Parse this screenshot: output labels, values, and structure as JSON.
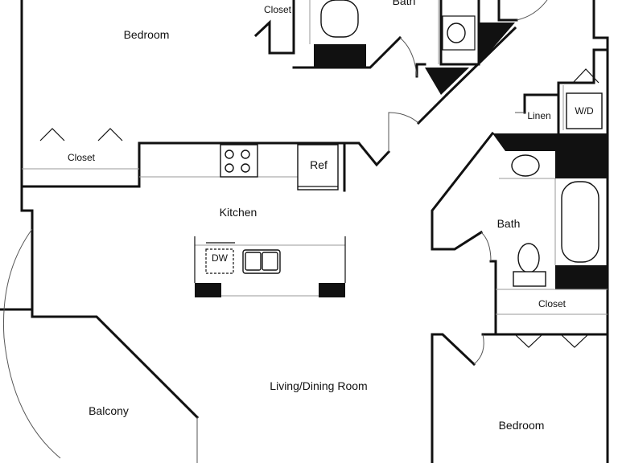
{
  "rooms": {
    "bedroom_top": "Bedroom",
    "closet_top": "Closet",
    "bath_top": "Bath",
    "closet_left": "Closet",
    "kitchen": "Kitchen",
    "linen": "Linen",
    "washer_dryer": "W/D",
    "bath_right": "Bath",
    "closet_right": "Closet",
    "living_dining": "Living/Dining Room",
    "balcony": "Balcony",
    "bedroom_bottom": "Bedroom"
  },
  "appliances": {
    "refrigerator": "Ref",
    "dishwasher": "DW"
  },
  "colors": {
    "wall": "#111111",
    "background": "#ffffff"
  }
}
